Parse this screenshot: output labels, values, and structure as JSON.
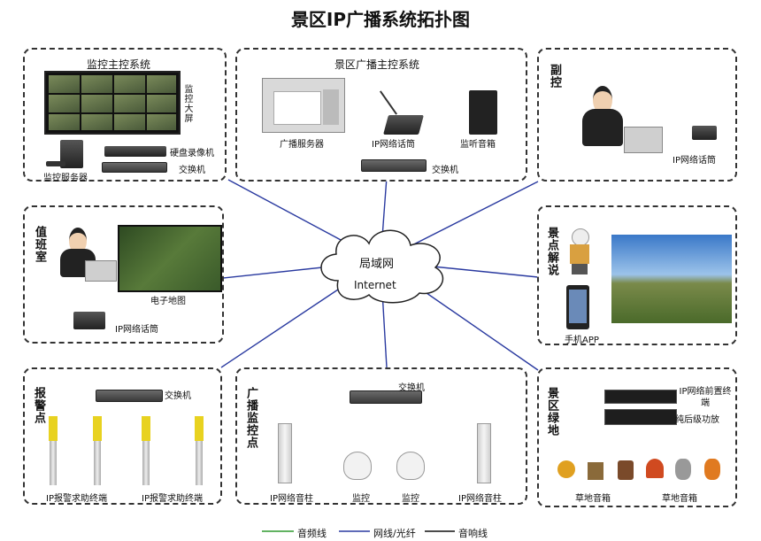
{
  "title": "景区IP广播系统拓扑图",
  "cloud": {
    "line1": "局域网",
    "line2": "Internet"
  },
  "monitor_box": {
    "header": "监控主控系统",
    "bigscreen": "监控大屏",
    "server": "监控服务器",
    "nvr": "硬盘录像机",
    "switch": "交换机"
  },
  "broadcast_box": {
    "header": "景区广播主控系统",
    "server": "广播服务器",
    "mic": "IP网络话筒",
    "speaker": "监听音箱",
    "switch": "交换机"
  },
  "sub_box": {
    "label": "副控",
    "mic": "IP网络话筒"
  },
  "duty_box": {
    "label": "值班室",
    "map": "电子地图",
    "mic": "IP网络话筒"
  },
  "guide_box": {
    "label": "景点解说",
    "app": "手机APP"
  },
  "alarm_box": {
    "label": "报警点",
    "switch": "交换机",
    "term1": "IP报警求助终端",
    "term2": "IP报警求助终端"
  },
  "bcmon_box": {
    "label": "广播监控点",
    "switch": "交换机",
    "col1": "IP网络音柱",
    "cam1": "监控",
    "cam2": "监控",
    "col2": "IP网络音柱"
  },
  "lawn_box": {
    "label": "景区绿地",
    "preamp": "IP网络前置终端",
    "amp": "纯后级功放",
    "spk1": "草地音箱",
    "spk2": "草地音箱"
  },
  "legend": {
    "audio": "音频线",
    "network": "网线/光纤",
    "speaker": "音响线"
  },
  "colors": {
    "audio": "#2e9a2e",
    "network": "#2a3aa0",
    "speaker": "#111111"
  }
}
